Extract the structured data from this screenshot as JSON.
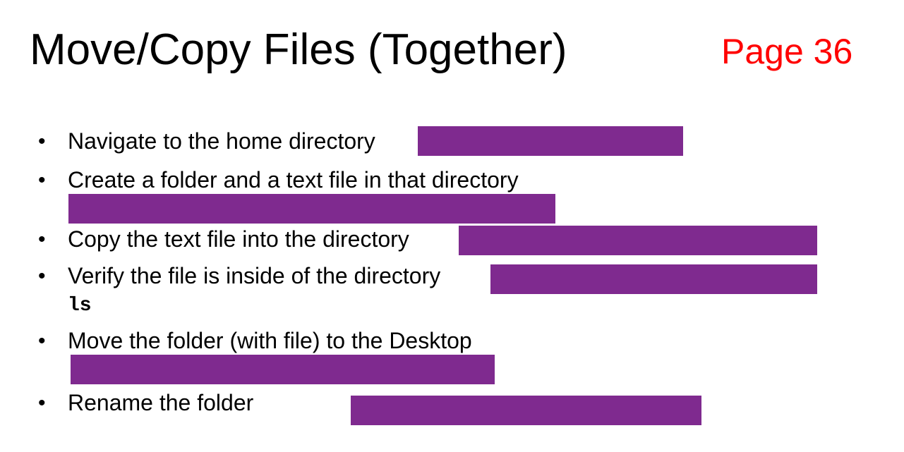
{
  "title": "Move/Copy Files (Together)",
  "page_label": "Page 36",
  "bullet_symbol": "•",
  "items": [
    {
      "text": "Navigate to the home directory"
    },
    {
      "text": "Create a folder and a text file in that directory"
    },
    {
      "text": "Copy the text file into the directory"
    },
    {
      "text": "Verify the file is inside of the directory",
      "code": "ls"
    },
    {
      "text": "Move the folder (with file) to the Desktop"
    },
    {
      "text": "Rename the folder"
    }
  ],
  "colors": {
    "redaction": "#7f2a8f",
    "page_label": "#ff0000"
  }
}
